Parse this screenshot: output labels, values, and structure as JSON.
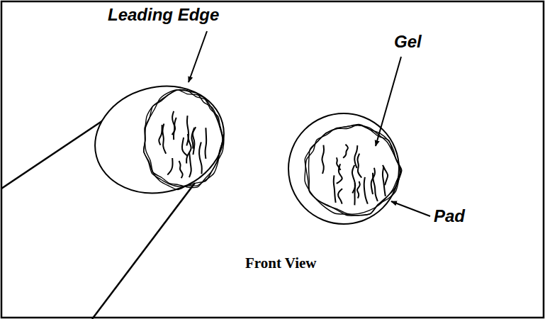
{
  "diagram": {
    "labels": [
      "Leading Edge",
      "Gel",
      "Pad",
      "Front View"
    ]
  }
}
